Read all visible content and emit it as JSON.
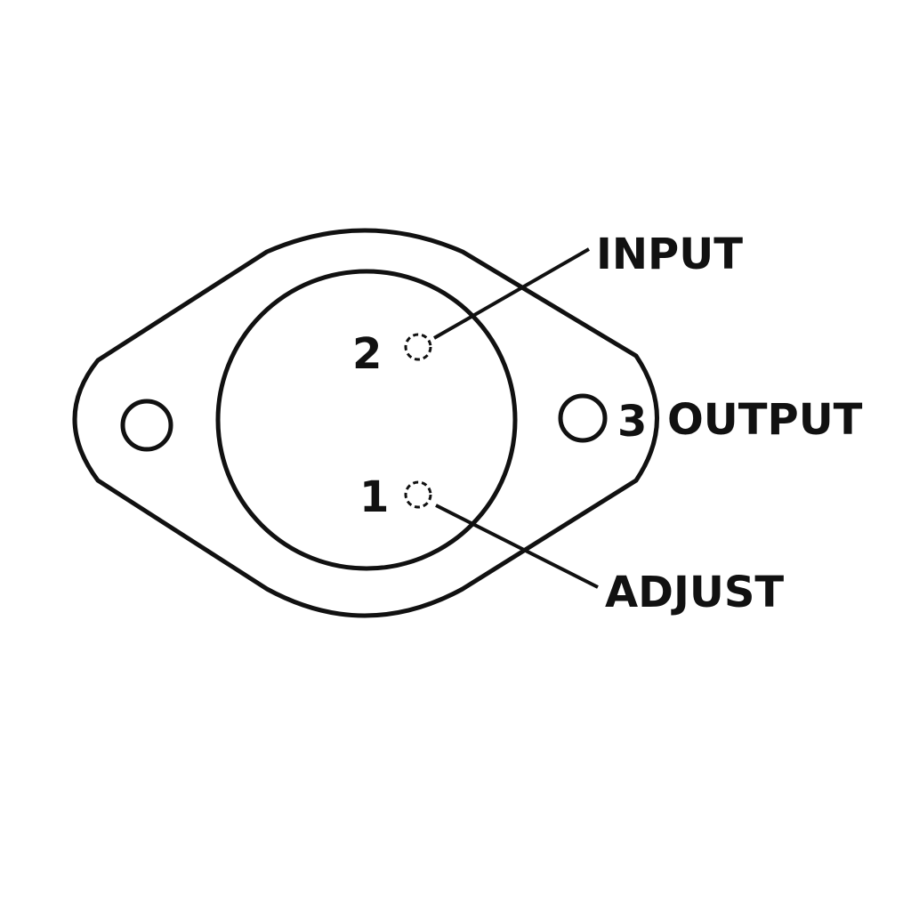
{
  "diagram": {
    "labels": {
      "input": "INPUT",
      "output": "OUTPUT",
      "adjust": "ADJUST"
    },
    "pins": {
      "pin1": "1",
      "pin2": "2",
      "pin3": "3"
    },
    "stroke_color": "#111111",
    "background": "#ffffff"
  }
}
